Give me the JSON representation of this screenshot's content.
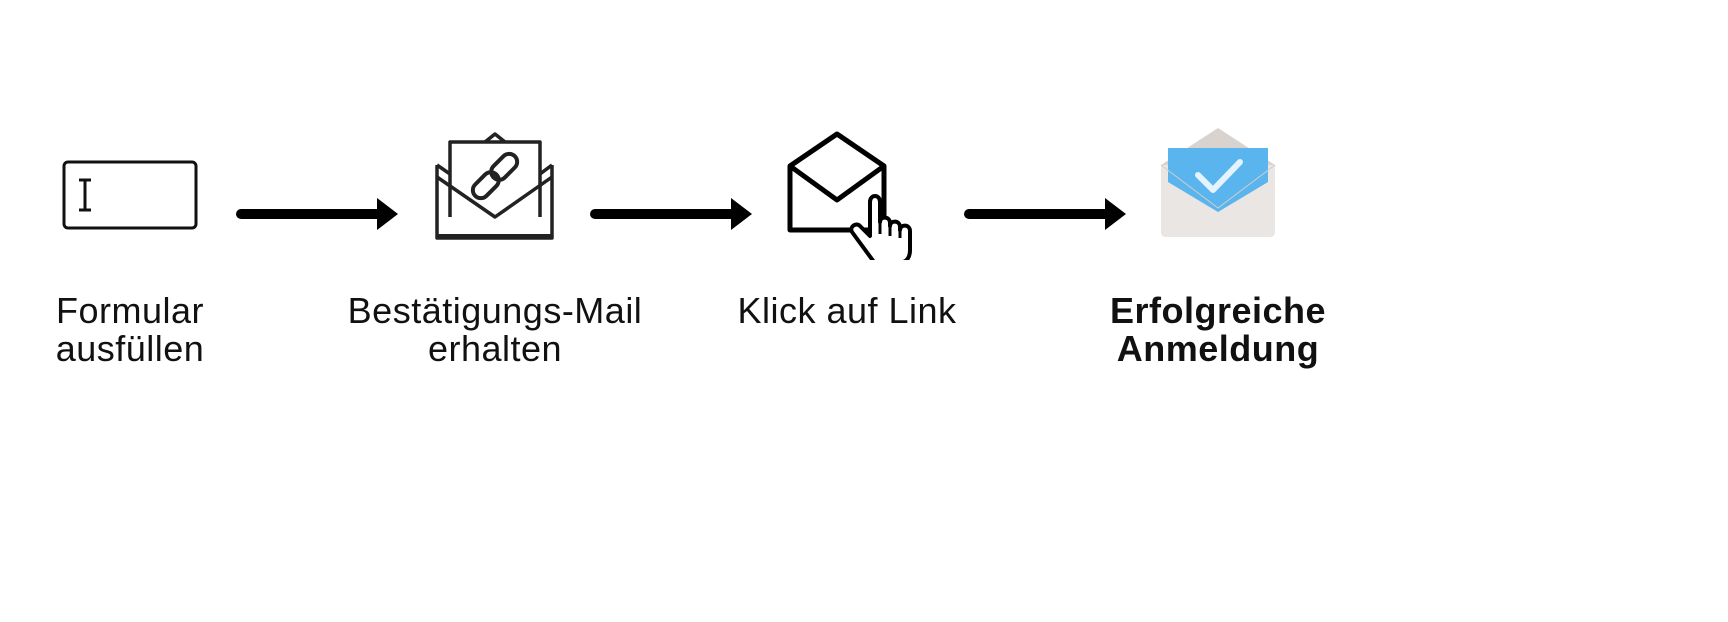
{
  "steps": [
    {
      "line1": "Formular",
      "line2": "ausfüllen",
      "icon": "text-input-icon"
    },
    {
      "line1": "Bestätigungs-Mail",
      "line2": "erhalten",
      "icon": "envelope-link-icon"
    },
    {
      "line1": "Klick auf Link",
      "line2": "",
      "icon": "envelope-click-icon"
    },
    {
      "line1": "Erfolgreiche",
      "line2": "Anmeldung",
      "icon": "envelope-check-icon"
    }
  ],
  "colors": {
    "ink": "#111111",
    "check_blue": "#56b4ec",
    "envelope_gray": "#e6e3e0"
  }
}
